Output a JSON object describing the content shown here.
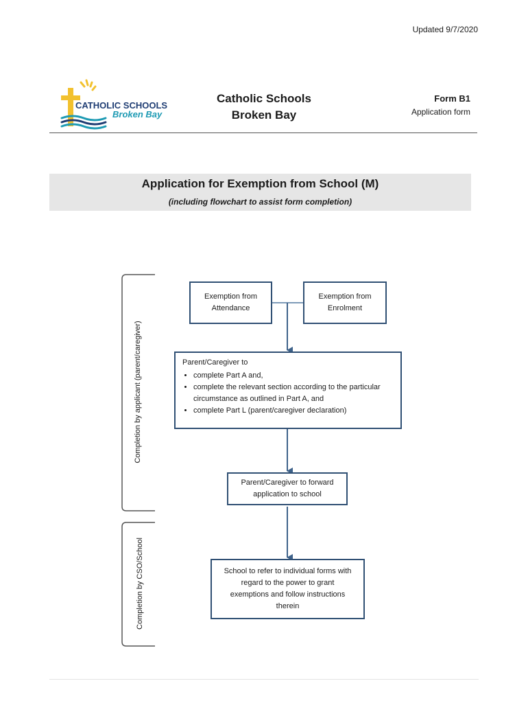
{
  "header": {
    "updated": "Updated 9/7/2020",
    "logo_text_line1": "CATHOLIC SCHOOLS",
    "logo_text_line2": "Broken Bay",
    "org_line1": "Catholic Schools",
    "org_line2": "Broken Bay",
    "form_code": "Form B1",
    "form_type": "Application form"
  },
  "title": {
    "main": "Application for Exemption from School (M)",
    "subtitle": "(including flowchart to assist form completion)"
  },
  "flowchart": {
    "side_labels": {
      "applicant": "Completion by applicant (parent/caregiver)",
      "school": "Completion by CSO/School"
    },
    "box_attendance": "Exemption from Attendance",
    "box_enrolment": "Exemption from Enrolment",
    "box_parent": {
      "heading": "Parent/Caregiver to",
      "items": [
        "complete Part A and,",
        "complete the relevant section according to the particular circumstance as outlined in Part A, and",
        "complete Part L (parent/caregiver declaration)"
      ]
    },
    "box_forward": "Parent/Caregiver to forward application to school",
    "box_school": "School to refer to individual forms with regard to the power to grant exemptions and follow instructions therein"
  },
  "colors": {
    "box_border": "#2f4f73",
    "connector": "#7d9ab8",
    "arrow": "#3d6189",
    "logo_gold": "#f2c12e",
    "logo_navy": "#1f3d73",
    "logo_teal": "#1d9ab3"
  }
}
